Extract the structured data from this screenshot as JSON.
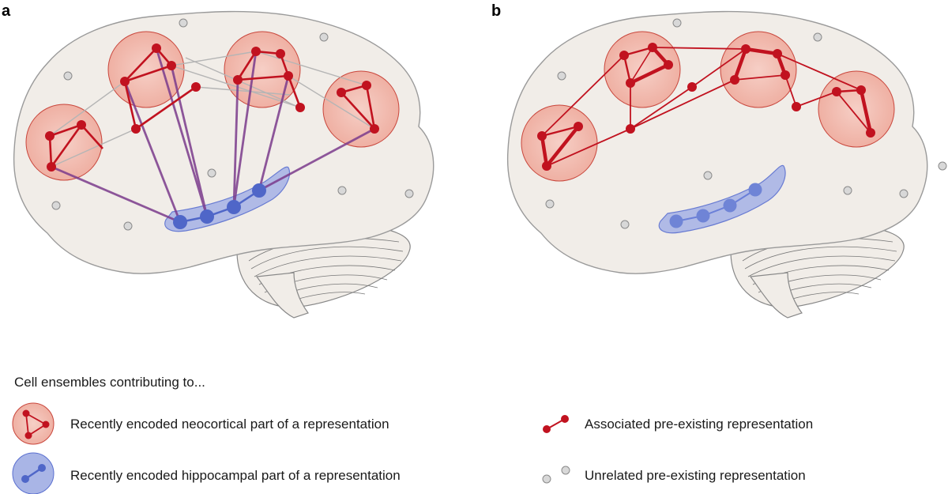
{
  "panels": [
    {
      "label": "a"
    },
    {
      "label": "b"
    }
  ],
  "legend": {
    "heading": "Cell ensembles contributing to...",
    "items": [
      {
        "text": "Recently encoded neocortical part of a representation",
        "icon": "neocortical-ensemble-icon"
      },
      {
        "text": "Recently encoded hippocampal part of a representation",
        "icon": "hippocampal-ensemble-icon"
      },
      {
        "text": "Associated pre-existing representation",
        "icon": "associated-link-icon"
      },
      {
        "text": "Unrelated pre-existing representation",
        "icon": "unrelated-dots-icon"
      }
    ]
  },
  "colors": {
    "brain_fill": "#f1ede8",
    "brain_stroke": "#9a9a9a",
    "ensemble_fill": "#f2b9ad",
    "ensemble_stroke": "#c9463c",
    "node_red": "#c1121f",
    "hippocampus_fill": "#a9b5e6",
    "hippocampus_stroke": "#5a6fd0",
    "node_blue": "#4f66c8",
    "purple_link": "#7b3b8c",
    "gray_link": "#b5b5b5",
    "unrelated_node": "#d8d8d8"
  }
}
